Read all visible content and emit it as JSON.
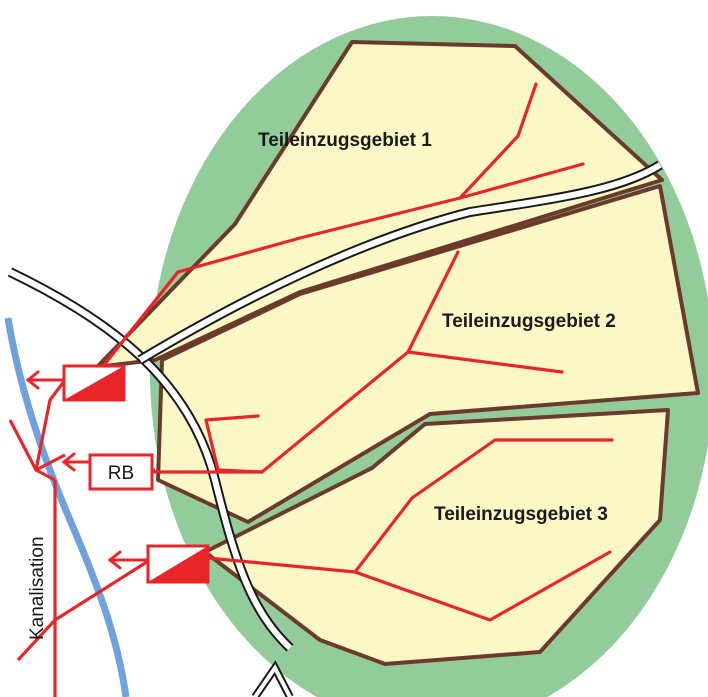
{
  "labels": {
    "area1": "Teileinzugsgebiet 1",
    "area2": "Teileinzugsgebiet 2",
    "area3": "Teileinzugsgebiet 3",
    "rb": "RB",
    "sewer": "Kanalisation"
  },
  "colors": {
    "catchment_fill": "#fbf7c6",
    "catchment_border": "#6b3a2a",
    "green_area": "#93cc9b",
    "stream": "#e8262a",
    "river": "#6fa2dc",
    "road": "#1a1a1a"
  }
}
